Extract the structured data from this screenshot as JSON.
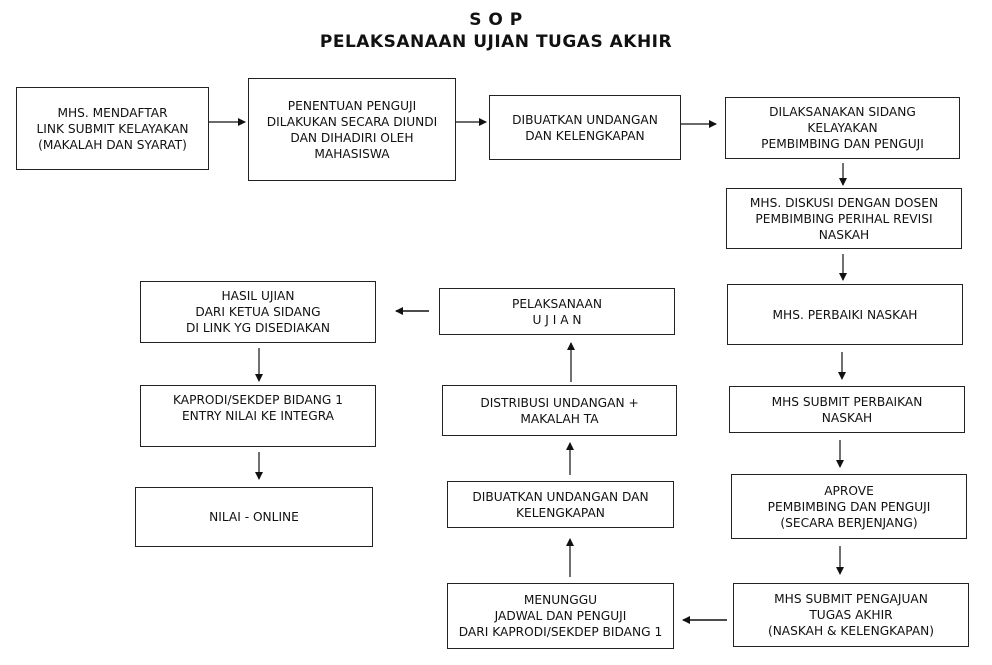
{
  "header": {
    "title_line1": "S O P",
    "title_line2": "PELAKSANAAN UJIAN TUGAS AKHIR"
  },
  "steps": [
    {
      "id": "s1",
      "text": "MHS. MENDAFTAR\nLINK SUBMIT KELAYAKAN\n(MAKALAH DAN SYARAT)"
    },
    {
      "id": "s2",
      "text": "PENENTUAN PENGUJI\nDILAKUKAN SECARA DIUNDI\nDAN DIHADIRI OLEH\nMAHASISWA"
    },
    {
      "id": "s3",
      "text": "DIBUATKAN UNDANGAN\nDAN KELENGKAPAN"
    },
    {
      "id": "s4",
      "text": "DILAKSANAKAN SIDANG\nKELAYAKAN\nPEMBIMBING DAN PENGUJI"
    },
    {
      "id": "s5",
      "text": "MHS. DISKUSI DENGAN DOSEN\nPEMBIMBING PERIHAL REVISI\nNASKAH"
    },
    {
      "id": "s6",
      "text": "MHS. PERBAIKI NASKAH"
    },
    {
      "id": "s7",
      "text": "MHS SUBMIT PERBAIKAN\nNASKAH"
    },
    {
      "id": "s8",
      "text": "APROVE\nPEMBIMBING DAN PENGUJI\n(SECARA BERJENJANG)"
    },
    {
      "id": "s9",
      "text": "MHS SUBMIT PENGAJUAN\nTUGAS AKHIR\n(NASKAH & KELENGKAPAN)"
    },
    {
      "id": "s10",
      "text": "MENUNGGU\nJADWAL DAN PENGUJI\nDARI KAPRODI/SEKDEP BIDANG 1"
    },
    {
      "id": "s11",
      "text": "DIBUATKAN UNDANGAN DAN\nKELENGKAPAN"
    },
    {
      "id": "s12",
      "text": "DISTRIBUSI UNDANGAN +\nMAKALAH TA"
    },
    {
      "id": "s13",
      "text": "PELAKSANAAN\nU J I A N"
    },
    {
      "id": "s14",
      "text": "HASIL UJIAN\nDARI KETUA SIDANG\nDI LINK YG DISEDIAKAN"
    },
    {
      "id": "s15",
      "text": "KAPRODI/SEKDEP BIDANG 1\nENTRY NILAI KE INTEGRA"
    },
    {
      "id": "s16",
      "text": "NILAI - ONLINE"
    }
  ],
  "connections": [
    [
      "s1",
      "s2"
    ],
    [
      "s2",
      "s3"
    ],
    [
      "s3",
      "s4"
    ],
    [
      "s4",
      "s5"
    ],
    [
      "s5",
      "s6"
    ],
    [
      "s6",
      "s7"
    ],
    [
      "s7",
      "s8"
    ],
    [
      "s8",
      "s9"
    ],
    [
      "s9",
      "s10"
    ],
    [
      "s10",
      "s11"
    ],
    [
      "s11",
      "s12"
    ],
    [
      "s12",
      "s13"
    ],
    [
      "s13",
      "s14"
    ],
    [
      "s14",
      "s15"
    ],
    [
      "s15",
      "s16"
    ]
  ]
}
